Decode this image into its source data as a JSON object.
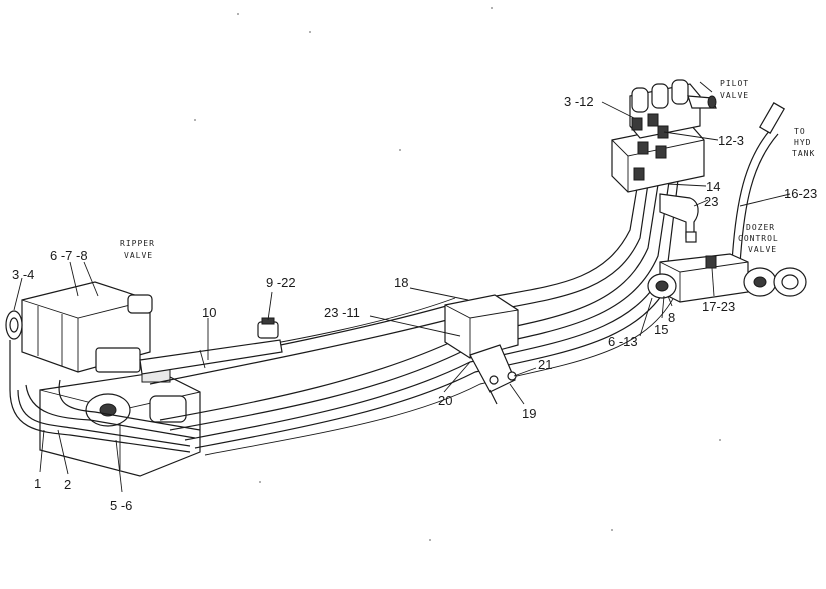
{
  "callouts": [
    {
      "id": "c1",
      "text": "3 -4"
    },
    {
      "id": "c2",
      "text": "6 -7 -8"
    },
    {
      "id": "c3",
      "text": "9 -22"
    },
    {
      "id": "c4",
      "text": "10"
    },
    {
      "id": "c5",
      "text": "23 -11"
    },
    {
      "id": "c6",
      "text": "18"
    },
    {
      "id": "c7",
      "text": "21"
    },
    {
      "id": "c8",
      "text": "20"
    },
    {
      "id": "c9",
      "text": "19"
    },
    {
      "id": "c10",
      "text": "1"
    },
    {
      "id": "c11",
      "text": "2"
    },
    {
      "id": "c12",
      "text": "5 -6"
    },
    {
      "id": "c13",
      "text": "3 -12"
    },
    {
      "id": "c14",
      "text": "12-3"
    },
    {
      "id": "c15",
      "text": "14"
    },
    {
      "id": "c16",
      "text": "23"
    },
    {
      "id": "c17",
      "text": "16-23"
    },
    {
      "id": "c18",
      "text": "6 -13"
    },
    {
      "id": "c19",
      "text": "15"
    },
    {
      "id": "c20",
      "text": "8"
    },
    {
      "id": "c21",
      "text": "17-23"
    }
  ],
  "notes": {
    "ripper_valve": [
      "RIPPER",
      "VALVE"
    ],
    "pilot_valve": [
      "PILOT",
      "VALVE"
    ],
    "to_hyd_tank": [
      "TO",
      "HYD",
      "TANK"
    ],
    "dozer_control_valve": [
      "DOZER",
      "CONTROL",
      "VALVE"
    ]
  }
}
